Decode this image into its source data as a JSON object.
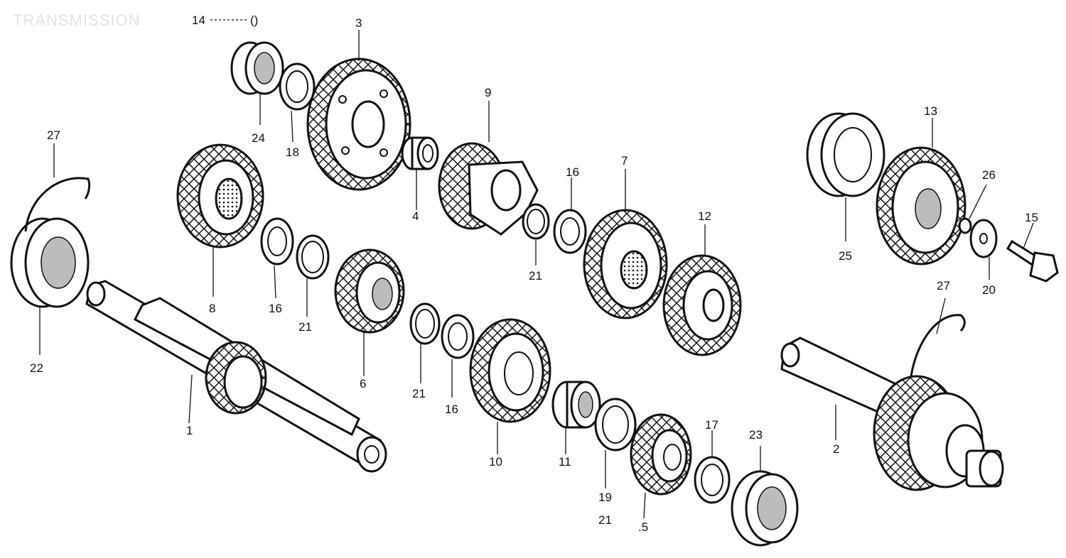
{
  "title": "TRANSMISSION",
  "header_ref": {
    "number": "14",
    "symbol": "()"
  },
  "callouts": [
    {
      "id": "c1",
      "label": "1"
    },
    {
      "id": "c2",
      "label": "2"
    },
    {
      "id": "c3",
      "label": "3"
    },
    {
      "id": "c4",
      "label": "4"
    },
    {
      "id": "c5",
      "label": ".5"
    },
    {
      "id": "c6",
      "label": "6"
    },
    {
      "id": "c7",
      "label": "7"
    },
    {
      "id": "c8",
      "label": "8"
    },
    {
      "id": "c9",
      "label": "9"
    },
    {
      "id": "c10",
      "label": "10"
    },
    {
      "id": "c11",
      "label": "11"
    },
    {
      "id": "c12",
      "label": "12"
    },
    {
      "id": "c13",
      "label": "13"
    },
    {
      "id": "c15",
      "label": "15"
    },
    {
      "id": "c16a",
      "label": "16"
    },
    {
      "id": "c16b",
      "label": "16"
    },
    {
      "id": "c16c",
      "label": "16"
    },
    {
      "id": "c17",
      "label": "17"
    },
    {
      "id": "c18",
      "label": "18"
    },
    {
      "id": "c19",
      "label": "19"
    },
    {
      "id": "c20",
      "label": "20"
    },
    {
      "id": "c21a",
      "label": "21"
    },
    {
      "id": "c21b",
      "label": "21"
    },
    {
      "id": "c21c",
      "label": "21"
    },
    {
      "id": "c21d",
      "label": "21"
    },
    {
      "id": "c22",
      "label": "22"
    },
    {
      "id": "c23",
      "label": "23"
    },
    {
      "id": "c24",
      "label": "24"
    },
    {
      "id": "c25",
      "label": "25"
    },
    {
      "id": "c26",
      "label": "26"
    },
    {
      "id": "c27a",
      "label": "27"
    },
    {
      "id": "c27b",
      "label": "27"
    }
  ]
}
